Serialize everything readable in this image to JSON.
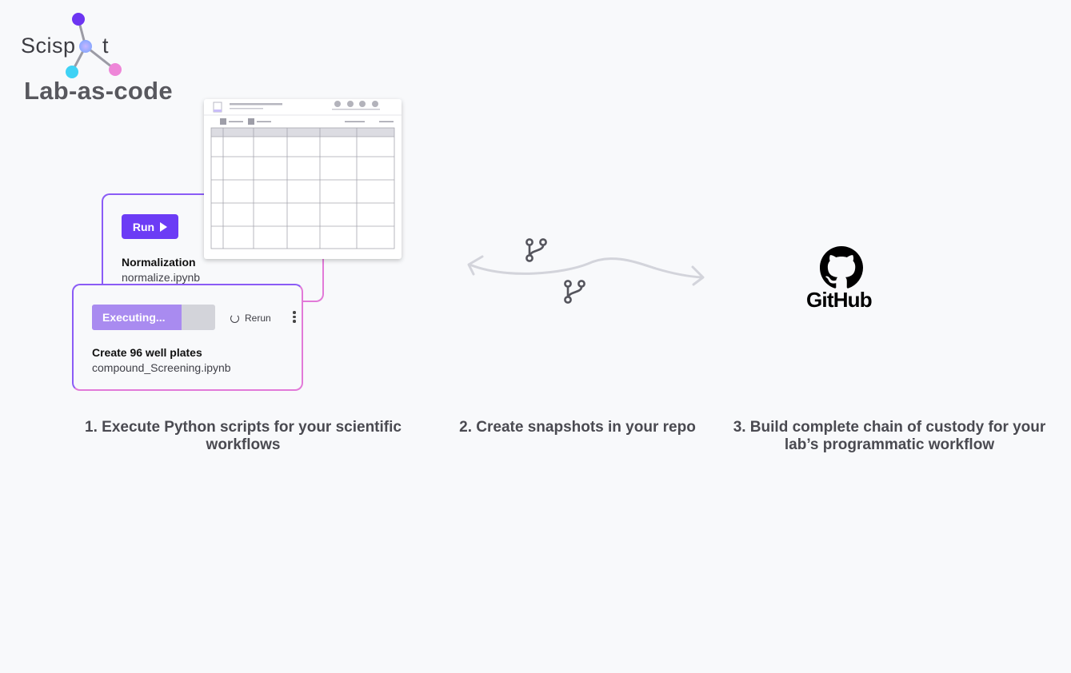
{
  "brand": {
    "logo_text": "Scisp",
    "logo_text_end": "t",
    "subtitle": "Lab-as-code"
  },
  "cards": {
    "normalization": {
      "run_label": "Run",
      "title": "Normalization",
      "file": "normalize.ipynb"
    },
    "plates": {
      "status_label": "Executing...",
      "progress": 0.73,
      "rerun_label": "Rerun",
      "title": "Create 96 well plates",
      "file": "compound_Screening.ipynb"
    }
  },
  "icons": {
    "branch_top": "git-branch-icon",
    "branch_bottom": "git-branch-icon",
    "github": "github-octocat-icon"
  },
  "github": {
    "wordmark": "GitHub"
  },
  "steps": [
    {
      "text": "1. Execute Python scripts for your scientific workflows"
    },
    {
      "text": "2. Create snapshots in your repo"
    },
    {
      "text": "3. Build complete chain of custody for your lab’s programmatic workflow"
    }
  ],
  "colors": {
    "accent": "#6c3cf5",
    "progress_fill": "#a98bf0",
    "card_border_start": "#8b5cf6",
    "card_border_end": "#e27ad8",
    "background": "#f8f9fb"
  }
}
